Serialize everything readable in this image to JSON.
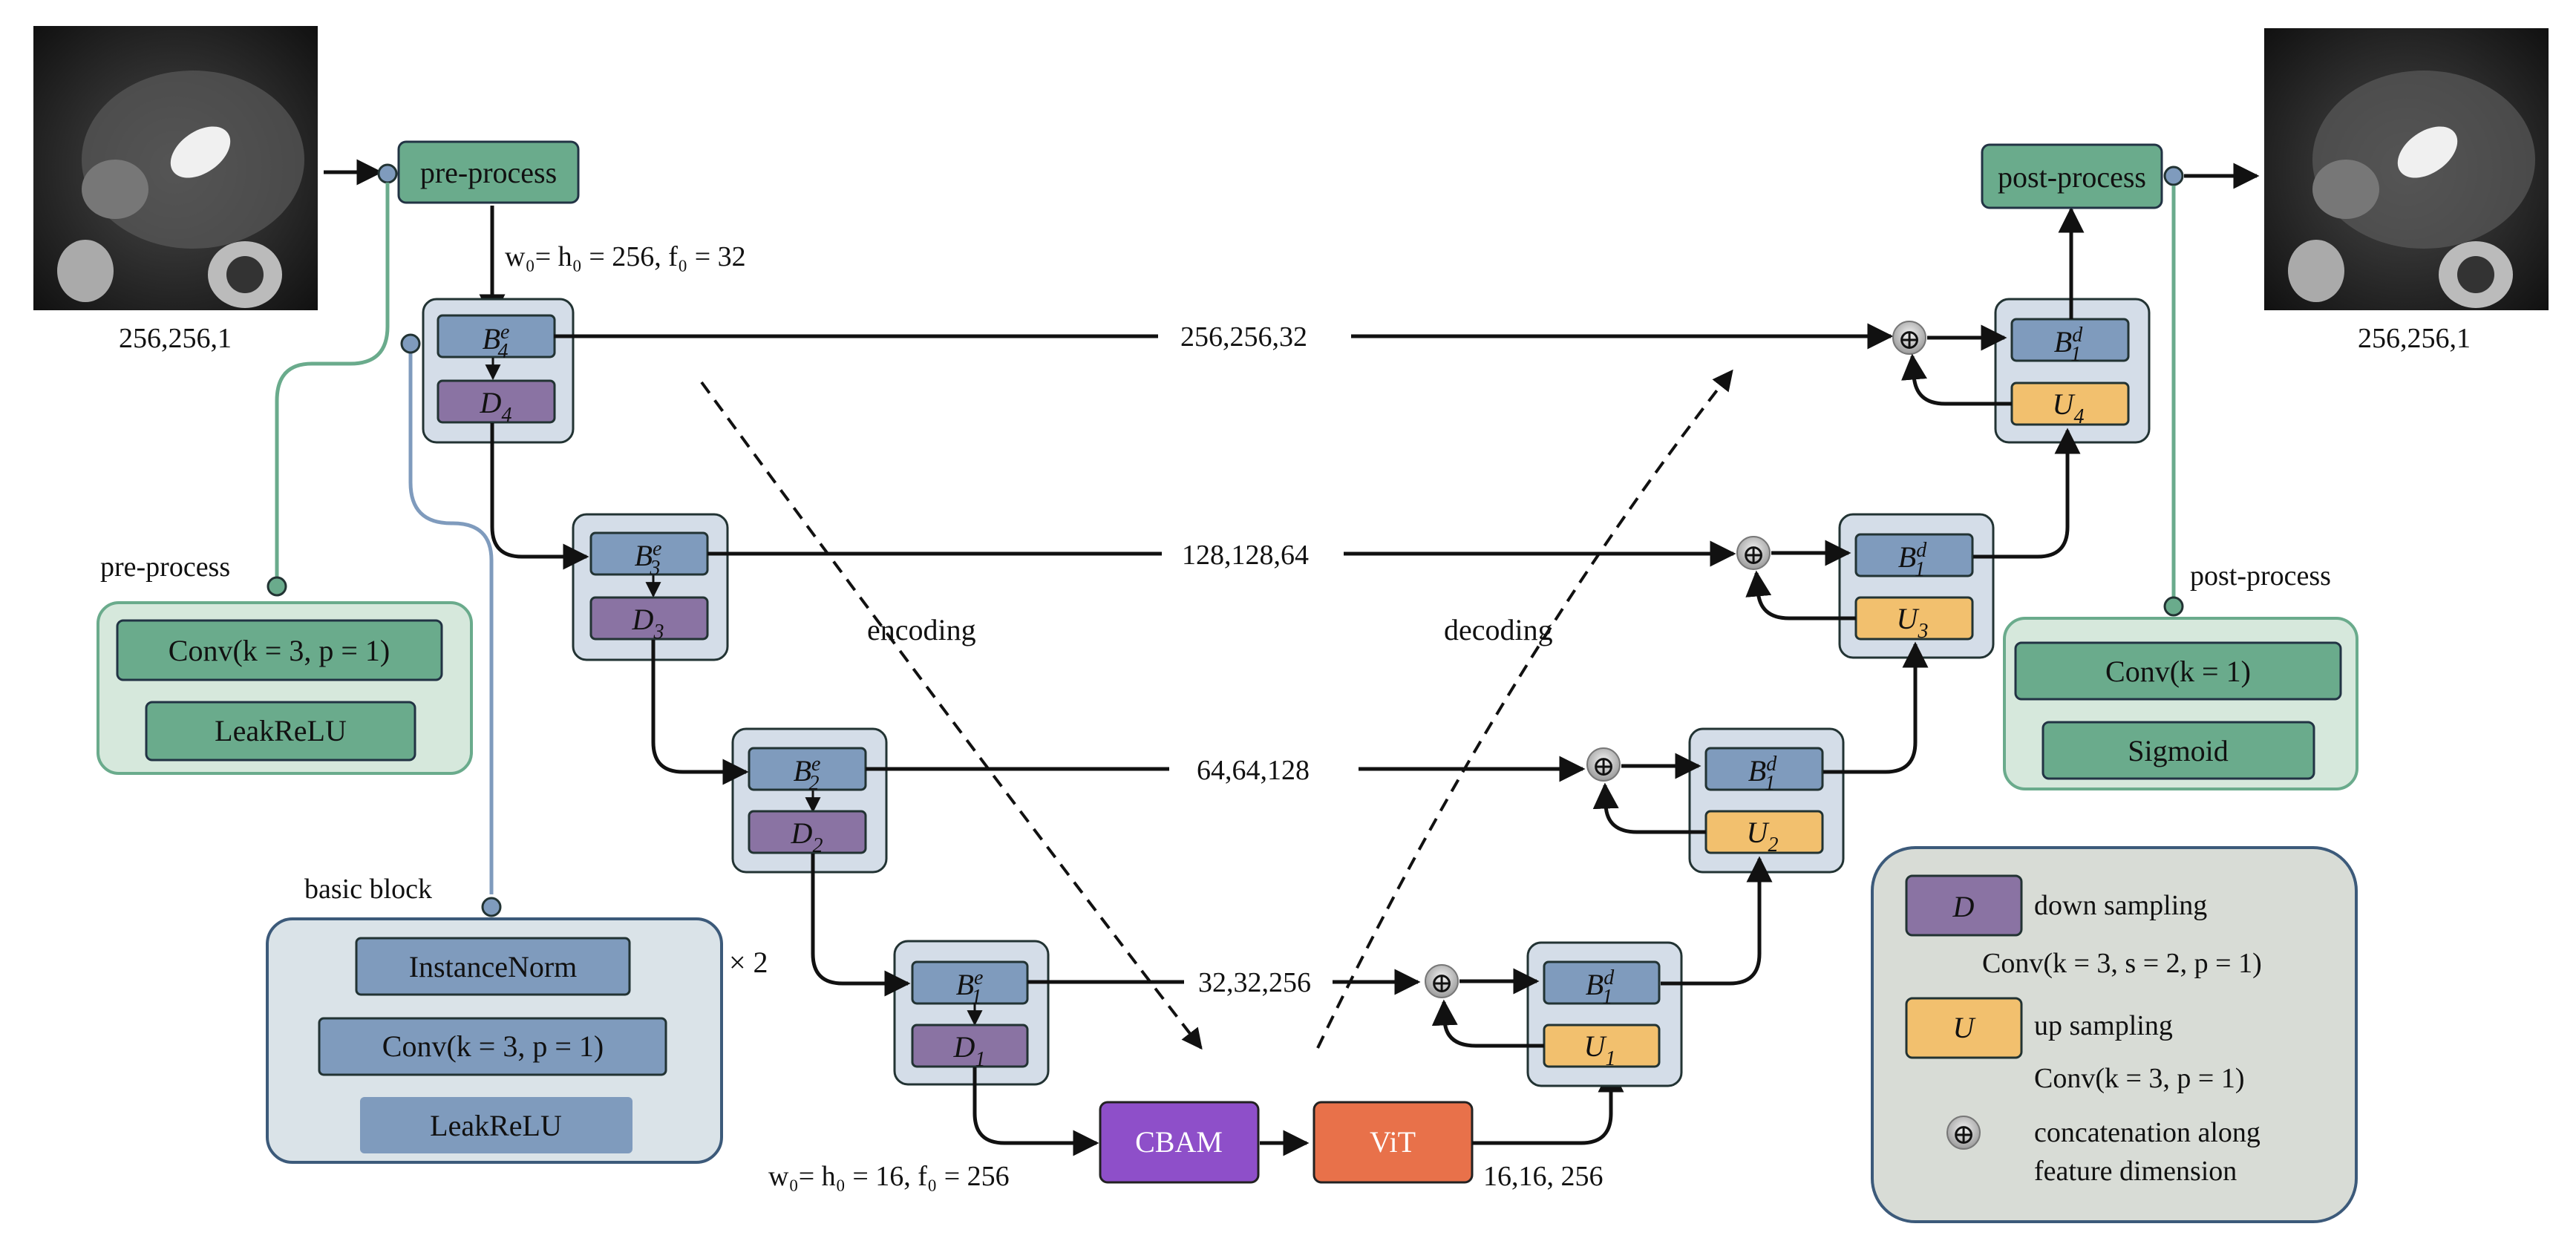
{
  "input": {
    "dims": "256,256,1"
  },
  "output": {
    "dims": "256,256,1"
  },
  "pre_process": {
    "label": "pre-process",
    "dims_note": "w₀= h₀ = 256, f₀ = 32",
    "panel_title": "pre-process",
    "conv": "Conv(k = 3, p = 1)",
    "act": "LeakReLU"
  },
  "post_process": {
    "label": "post-process",
    "panel_title": "post-process",
    "conv": "Conv(k = 1)",
    "act": "Sigmoid"
  },
  "basic_block": {
    "title": "basic block",
    "norm": "InstanceNorm",
    "conv": "Conv(k = 3, p = 1)",
    "act": "LeakReLU",
    "repeat": "× 2"
  },
  "encoder": [
    {
      "b_base": "B",
      "b_sup": "e",
      "b_sub": "4",
      "d_base": "D",
      "d_sub": "4"
    },
    {
      "b_base": "B",
      "b_sup": "e",
      "b_sub": "3",
      "d_base": "D",
      "d_sub": "3"
    },
    {
      "b_base": "B",
      "b_sup": "e",
      "b_sub": "2",
      "d_base": "D",
      "d_sub": "2"
    },
    {
      "b_base": "B",
      "b_sup": "e",
      "b_sub": "1",
      "d_base": "D",
      "d_sub": "1"
    }
  ],
  "decoder": [
    {
      "b_base": "B",
      "b_sup": "d",
      "b_sub": "1",
      "u_base": "U",
      "u_sub": "4"
    },
    {
      "b_base": "B",
      "b_sup": "d",
      "b_sub": "1",
      "u_base": "U",
      "u_sub": "3"
    },
    {
      "b_base": "B",
      "b_sup": "d",
      "b_sub": "1",
      "u_base": "U",
      "u_sub": "2"
    },
    {
      "b_base": "B",
      "b_sup": "d",
      "b_sub": "1",
      "u_base": "U",
      "u_sub": "1"
    }
  ],
  "skip_dims": [
    "256,256,32",
    "128,128,64",
    "64,64,128",
    "32,32,256"
  ],
  "encoding_label": "encoding",
  "decoding_label": "decoding",
  "bottleneck": {
    "cbam": "CBAM",
    "vit": "ViT",
    "dims_note": "w₀= h₀ = 16, f₀ = 256",
    "out_dims": "16,16, 256"
  },
  "legend": {
    "d_symbol": "D",
    "d_label": "down sampling",
    "d_conv": "Conv(k = 3, s = 2, p = 1)",
    "u_symbol": "U",
    "u_label": "up sampling",
    "u_conv": "Conv(k = 3, p = 1)",
    "concat_line1": "concatenation along",
    "concat_line2": "feature dimension"
  },
  "colors": {
    "green_fill": "#6aab8c",
    "green_panel": "#d6e8dc",
    "blue_fill": "#7f9bbd",
    "purple_fill": "#8a73a3",
    "orange_fill": "#f2c06e",
    "block_bg": "#d4dde8",
    "cbam": "#8e4fc9",
    "vit": "#e8714a",
    "legend_bg": "#d8dcd6"
  }
}
